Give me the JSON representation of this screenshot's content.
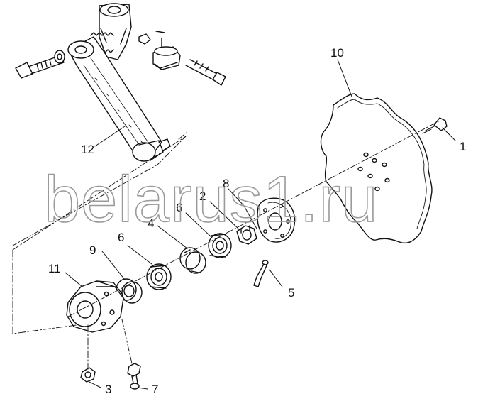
{
  "watermark": "belarus1.ru",
  "callouts": {
    "c1": "1",
    "c2": "2",
    "c3": "3",
    "c4": "4",
    "c5": "5",
    "c6a": "6",
    "c6b": "6",
    "c7": "7",
    "c8": "8",
    "c9": "9",
    "c10": "10",
    "c11": "11",
    "c12": "12"
  },
  "colors": {
    "ink": "#111111",
    "watermark": "#9a9a9a"
  }
}
